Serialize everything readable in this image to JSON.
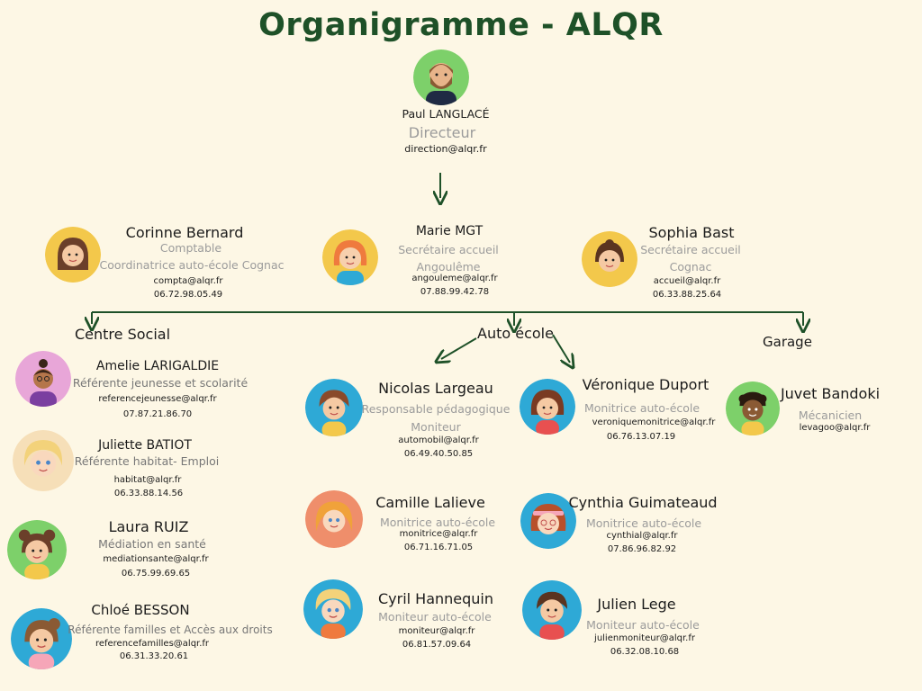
{
  "title": "Organigramme  - ALQR",
  "director": {
    "name": "Paul LANGLACÉ",
    "role": "Directeur",
    "email": "direction@alqr.fr"
  },
  "top_row": [
    {
      "name": "Corinne Bernard",
      "role1": "Comptable",
      "role2": "Coordinatrice auto-école Cognac",
      "email": "compta@alqr.fr",
      "phone": "06.72.98.05.49",
      "avatar_bg": "#f3c84b"
    },
    {
      "name": "Marie MGT",
      "role1": "Secrétaire accueil",
      "role2": "Angoulême",
      "email": "angouleme@alqr.fr",
      "phone": "07.88.99.42.78",
      "avatar_bg": "#f3c84b"
    },
    {
      "name": "Sophia Bast",
      "role1": "Secrétaire accueil",
      "role2": "Cognac",
      "email": "accueil@alqr.fr",
      "phone": "06.33.88.25.64",
      "avatar_bg": "#f3c84b"
    }
  ],
  "sections": {
    "social": "Centre Social",
    "auto": "Auto école",
    "garage": "Garage"
  },
  "social": [
    {
      "name": "Amelie LARIGALDIE",
      "role": "Référente jeunesse et scolarité",
      "email": "referencejeunesse@alqr.fr",
      "phone": "07.87.21.86.70",
      "avatar_bg": "#e8a6d8"
    },
    {
      "name": "Juliette BATIOT",
      "role": "Référente habitat- Emploi",
      "email": "habitat@alqr.fr",
      "phone": "06.33.88.14.56",
      "avatar_bg": "#f6dfb8"
    },
    {
      "name": "Laura RUIZ",
      "role": "Médiation en santé",
      "email": "mediationsante@alqr.fr",
      "phone": "06.75.99.69.65",
      "avatar_bg": "#7dd06a"
    },
    {
      "name": "Chloé BESSON",
      "role": "Référente familles et Accès aux droits",
      "email": "referencefamilles@alqr.fr",
      "phone": "06.31.33.20.61",
      "avatar_bg": "#2ea9d6"
    }
  ],
  "auto_left": [
    {
      "name": "Nicolas Largeau",
      "role1": "Responsable pédagogique",
      "role2": "Moniteur",
      "email": "automobil@alqr.fr",
      "phone": "06.49.40.50.85",
      "avatar_bg": "#2ea9d6"
    },
    {
      "name": "Camille Lalieve",
      "role1": "Monitrice auto-école",
      "email": "monitrice@alqr.fr",
      "phone": "06.71.16.71.05",
      "avatar_bg": "#ef8e6b"
    },
    {
      "name": "Cyril Hannequin",
      "role1": "Moniteur auto-école",
      "email": "moniteur@alqr.fr",
      "phone": "06.81.57.09.64",
      "avatar_bg": "#2ea9d6"
    }
  ],
  "auto_right": [
    {
      "name": "Véronique Duport",
      "role1": "Monitrice auto-école",
      "email": "veroniquemonitrice@alqr.fr",
      "phone": "06.76.13.07.19",
      "avatar_bg": "#2ea9d6"
    },
    {
      "name": "Cynthia Guimateaud",
      "role1": "Monitrice auto-école",
      "email": "cynthial@alqr.fr",
      "phone": "07.86.96.82.92",
      "avatar_bg": "#2ea9d6"
    },
    {
      "name": "Julien Lege",
      "role1": "Moniteur auto-école",
      "email": "julienmoniteur@alqr.fr",
      "phone": "06.32.08.10.68",
      "avatar_bg": "#2ea9d6"
    }
  ],
  "garage": [
    {
      "name": "Juvet Bandoki",
      "role1": "Mécanicien",
      "email": "levagoo@alqr.fr",
      "avatar_bg": "#7dd06a"
    }
  ],
  "colors": {
    "background": "#fdf7e5",
    "title": "#1e5128",
    "lines": "#1e5128",
    "muted": "#9b9b9b"
  }
}
